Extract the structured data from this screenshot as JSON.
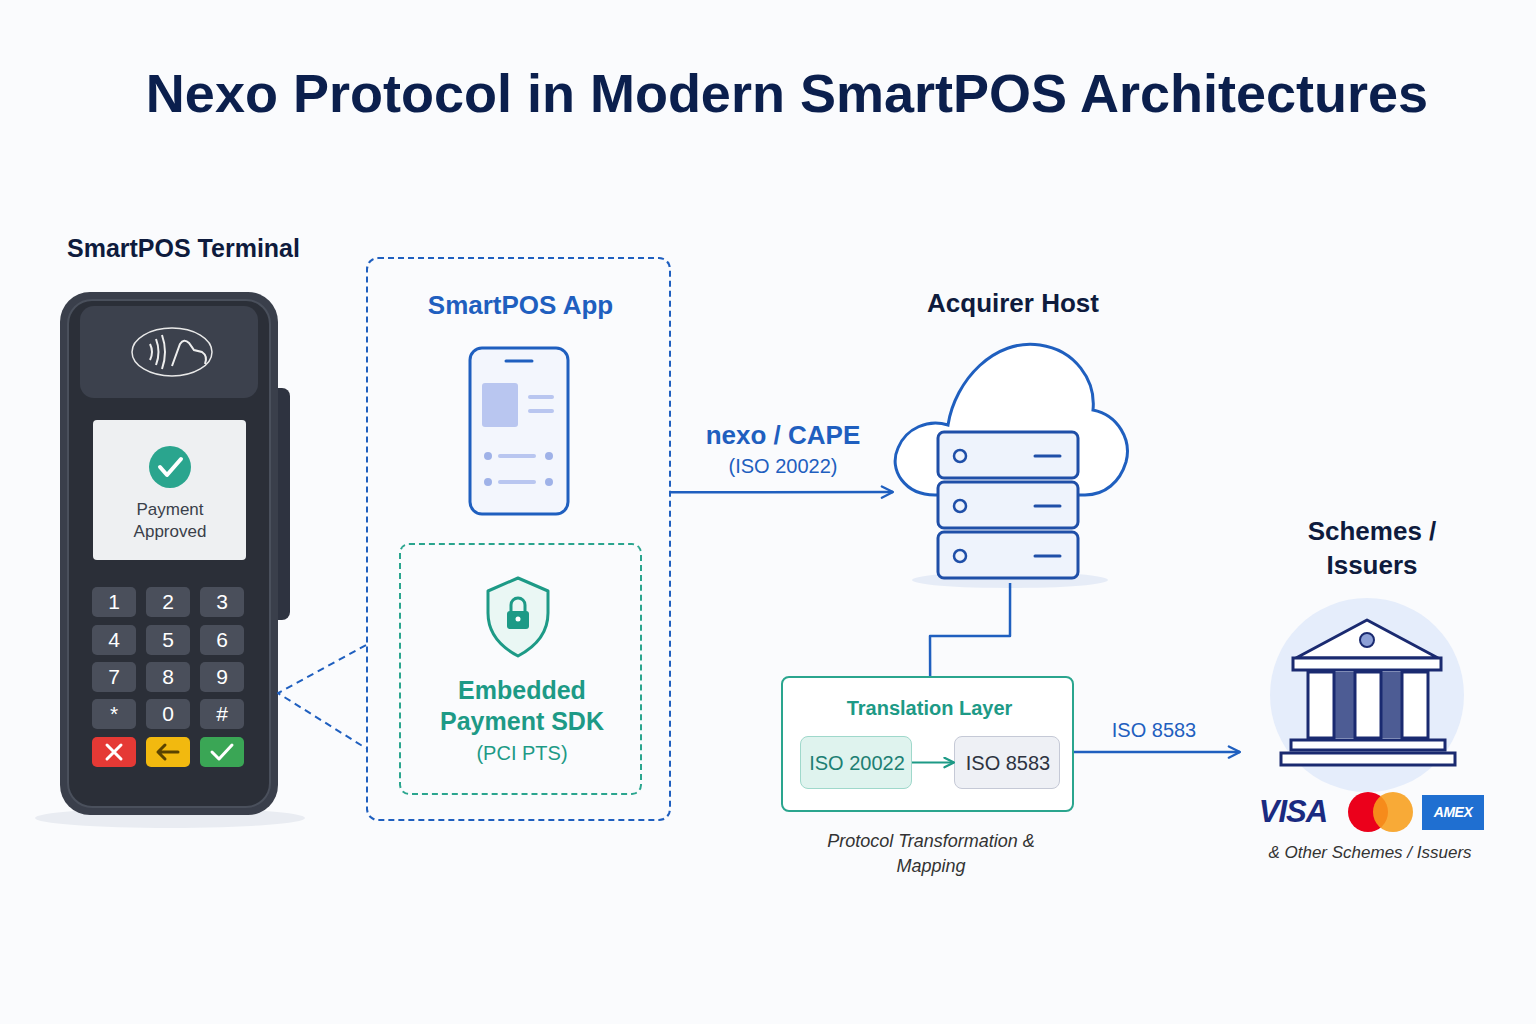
{
  "diagram": {
    "title": "Nexo Protocol in Modern SmartPOS Architectures",
    "nodes": [
      {
        "text": [
          "SmartPOS Terminal",
          "Payment Approved"
        ]
      },
      {
        "text": [
          "SmartPOS App"
        ]
      },
      {
        "text": [
          "Embedded Payment SDK",
          "(PCI PTS)"
        ],
        "in": 1
      },
      {
        "text": [
          "Acquirer Host"
        ]
      },
      {
        "text": [
          "Translation Layer",
          "Protocol Transformation & Mapping"
        ]
      },
      {
        "text": [
          "ISO 20022"
        ],
        "in": 4
      },
      {
        "text": [
          "ISO 8583"
        ],
        "in": 4
      },
      {
        "text": [
          "Schemes / Issuers",
          "& Other Schemes / Issuers"
        ]
      }
    ],
    "edges": [
      {
        "from": 0,
        "to": 1,
        "arrow": "none"
      },
      {
        "from": 1,
        "to": 3,
        "label": "nexo / CAPE",
        "arrow": "to"
      },
      {
        "from": 3,
        "to": 4,
        "arrow": "none"
      },
      {
        "from": 5,
        "to": 6,
        "arrow": "to"
      },
      {
        "from": 4,
        "to": 7,
        "label": "ISO 8583",
        "arrow": "to"
      }
    ],
    "labels": [
      "(ISO 20022)",
      "1",
      "2",
      "3",
      "4",
      "5",
      "6",
      "7",
      "8",
      "9",
      "*",
      "0",
      "#",
      "VISA",
      "AMEX"
    ]
  }
}
